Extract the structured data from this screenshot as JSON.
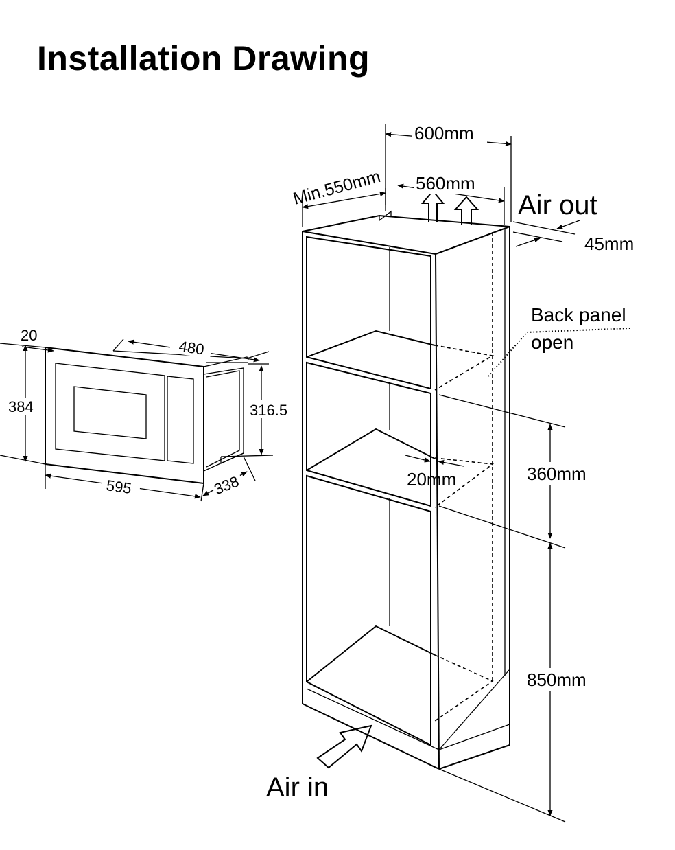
{
  "title": "Installation Drawing",
  "microwave": {
    "dim_frame_depth": "20",
    "dim_body_width": "480",
    "dim_height": "384",
    "dim_body_height": "316.5",
    "dim_width": "595",
    "dim_depth": "338"
  },
  "cabinet": {
    "dim_outer_width": "600mm",
    "dim_min_depth": "Min.550mm",
    "dim_inner_width": "560mm",
    "label_air_out": "Air out",
    "dim_back_gap": "45mm",
    "label_back_panel": "Back panel",
    "label_open": "open",
    "dim_niche_height": "360mm",
    "dim_shelf_gap": "20mm",
    "dim_floor_height": "850mm",
    "label_air_in": "Air in"
  },
  "colors": {
    "line": "#000000",
    "background": "#ffffff"
  }
}
